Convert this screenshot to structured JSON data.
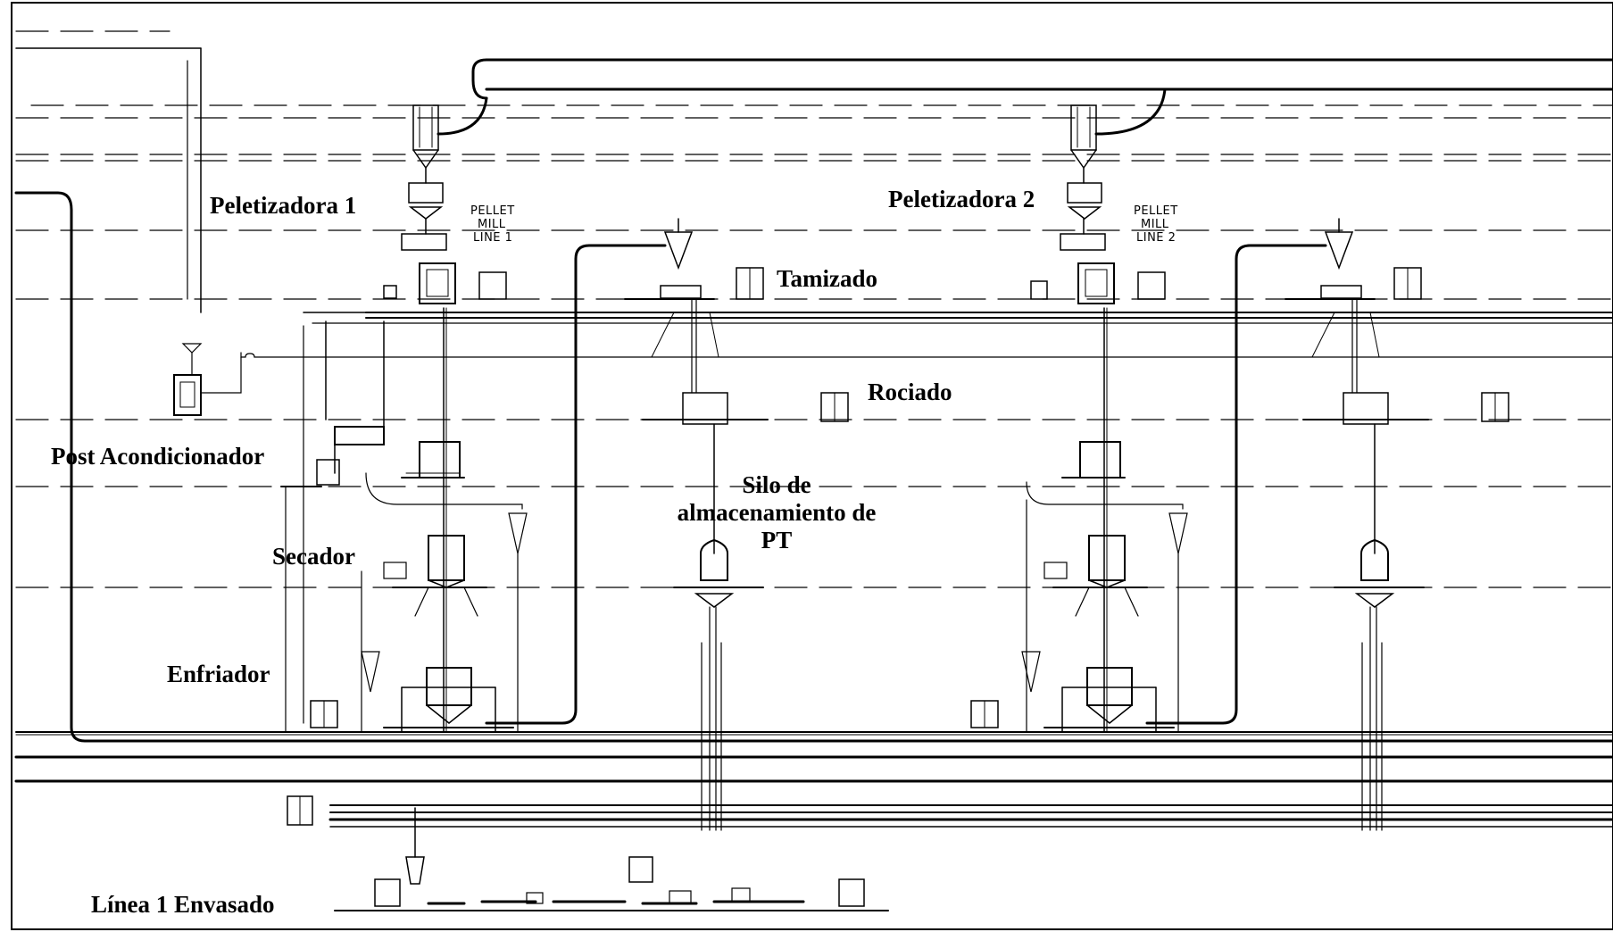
{
  "labels": {
    "peletizadora_1": "Peletizadora 1",
    "peletizadora_2": "Peletizadora 2",
    "tamizado": "Tamizado",
    "rociado": "Rociado",
    "post_acondicionador": "Post Acondicionador",
    "secador": "Secador",
    "enfriador": "Enfriador",
    "silo_line1": "Silo de",
    "silo_line2": "almacenamiento de",
    "silo_line3": "PT",
    "envasado": "Línea 1 Envasado"
  },
  "cad_text": {
    "pellet_mill_1": [
      "PELLET",
      "MILL",
      "LINE 1"
    ],
    "pellet_mill_2": [
      "PELLET",
      "MILL",
      "LINE 2"
    ]
  },
  "colors": {
    "line": "#000000",
    "background": "#ffffff"
  }
}
